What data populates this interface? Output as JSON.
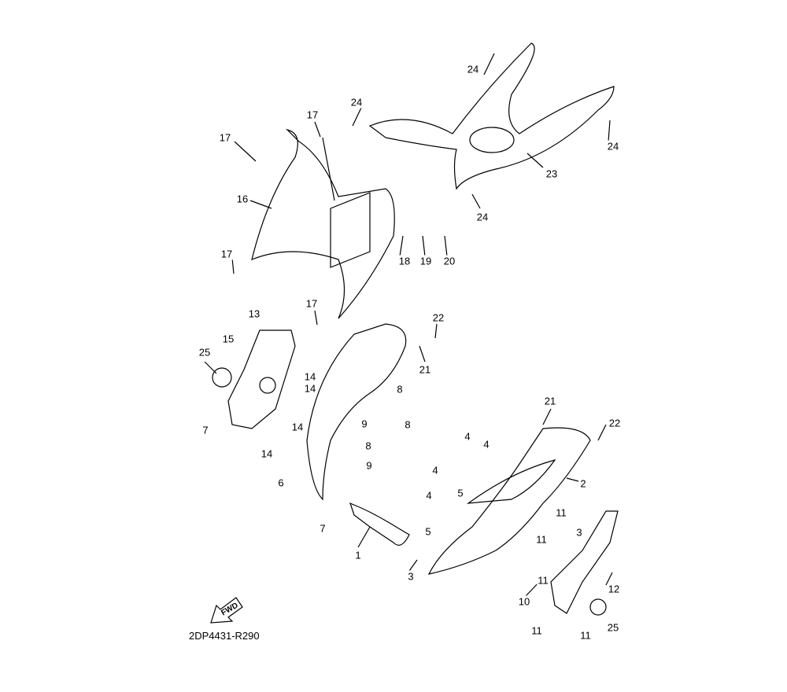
{
  "diagram": {
    "part_labels": [
      "24",
      "24",
      "24",
      "24",
      "23",
      "17",
      "17",
      "16",
      "17",
      "18",
      "19",
      "20",
      "17",
      "13",
      "22",
      "15",
      "25",
      "21",
      "14",
      "14",
      "8",
      "7",
      "14",
      "9",
      "8",
      "21",
      "22",
      "8",
      "14",
      "4",
      "4",
      "9",
      "6",
      "4",
      "2",
      "5",
      "4",
      "7",
      "5",
      "11",
      "3",
      "11",
      "1",
      "3",
      "11",
      "12",
      "10",
      "11",
      "11",
      "25"
    ],
    "fwd_label": "FWD",
    "drawing_code": "2DP4431-R290"
  }
}
